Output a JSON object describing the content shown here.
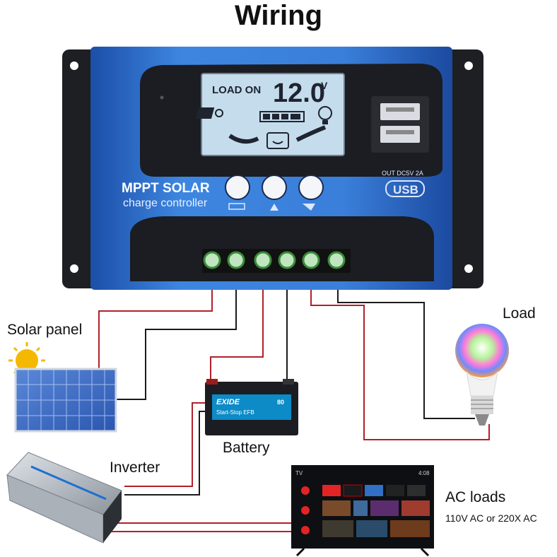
{
  "title": "Wiring",
  "controller": {
    "brand_line1": "MPPT SOLAR",
    "brand_line2": "charge controller",
    "lcd_status": "LOAD ON",
    "lcd_value": "12.0",
    "lcd_unit": "V",
    "usb_output": "OUT DC5V 2A",
    "usb_label": "USB"
  },
  "components": {
    "solar_panel": "Solar panel",
    "load": "Load",
    "battery": "Battery",
    "inverter": "Inverter",
    "ac_loads": "AC loads",
    "ac_loads_sub": "110V AC or 220X AC"
  },
  "battery_brand": "EXIDE",
  "battery_sub": "Start-Stop EFB",
  "battery_capacity": "80",
  "tv_corner": "TV",
  "tv_time": "4:08",
  "colors": {
    "controller_blue": "#2f6fd0",
    "wire_red": "#b0202a",
    "wire_black": "#1a1a1a",
    "lcd_bg": "#c5dcec",
    "terminal_green": "#3b8a3b"
  }
}
